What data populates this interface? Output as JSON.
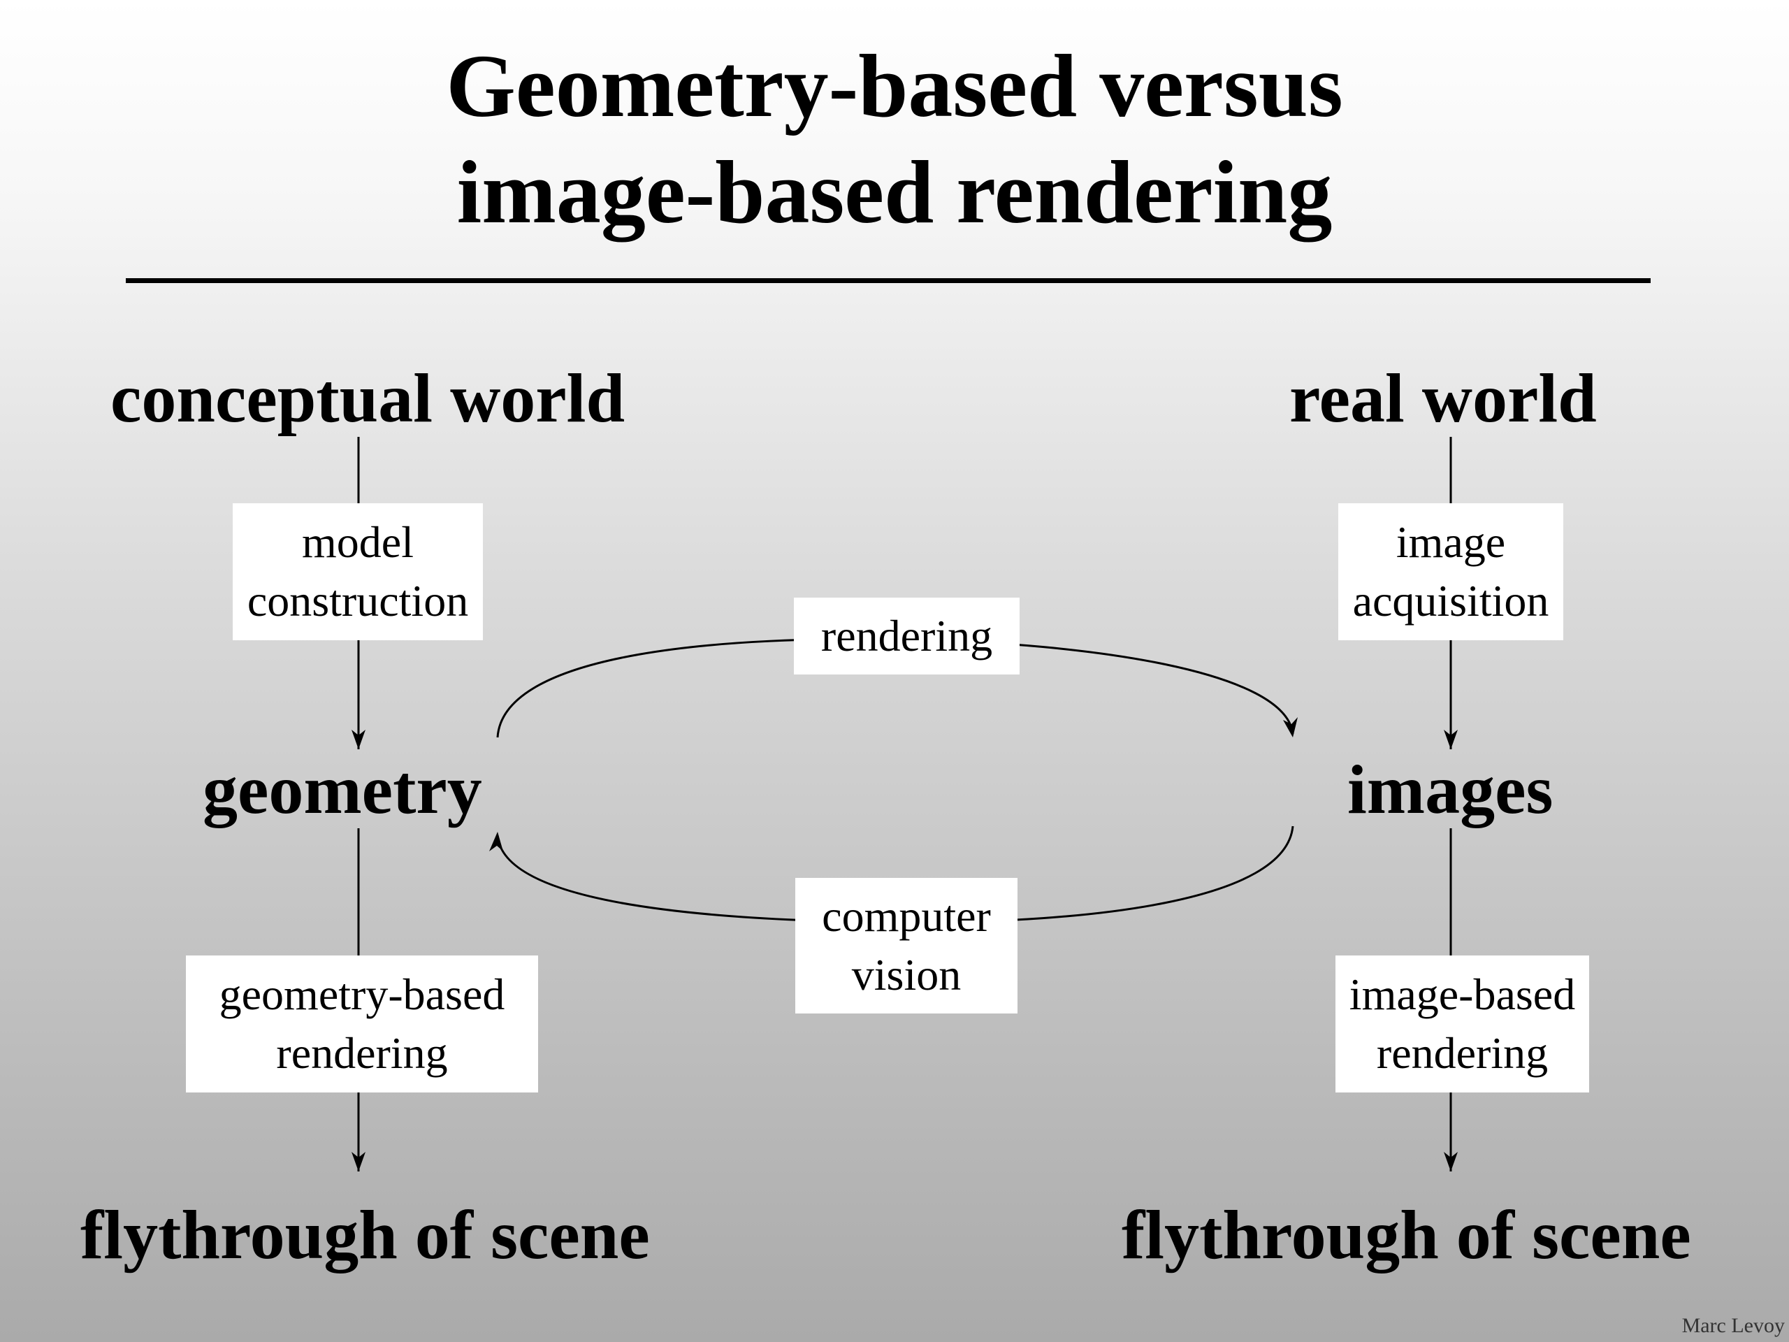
{
  "title": {
    "line1": "Geometry-based versus",
    "line2": "image-based rendering"
  },
  "nodes": {
    "conceptual_world": "conceptual world",
    "real_world": "real world",
    "geometry": "geometry",
    "images": "images",
    "flythrough_left": "flythrough of scene",
    "flythrough_right": "flythrough of scene"
  },
  "edge_labels": {
    "model_construction": [
      "model",
      "construction"
    ],
    "image_acquisition": [
      "image",
      "acquisition"
    ],
    "rendering": [
      "rendering"
    ],
    "computer_vision": [
      "computer",
      "vision"
    ],
    "geometry_based_rendering": [
      "geometry-based",
      "rendering"
    ],
    "image_based_rendering": [
      "image-based",
      "rendering"
    ]
  },
  "footer": {
    "credit": "Marc Levoy"
  }
}
